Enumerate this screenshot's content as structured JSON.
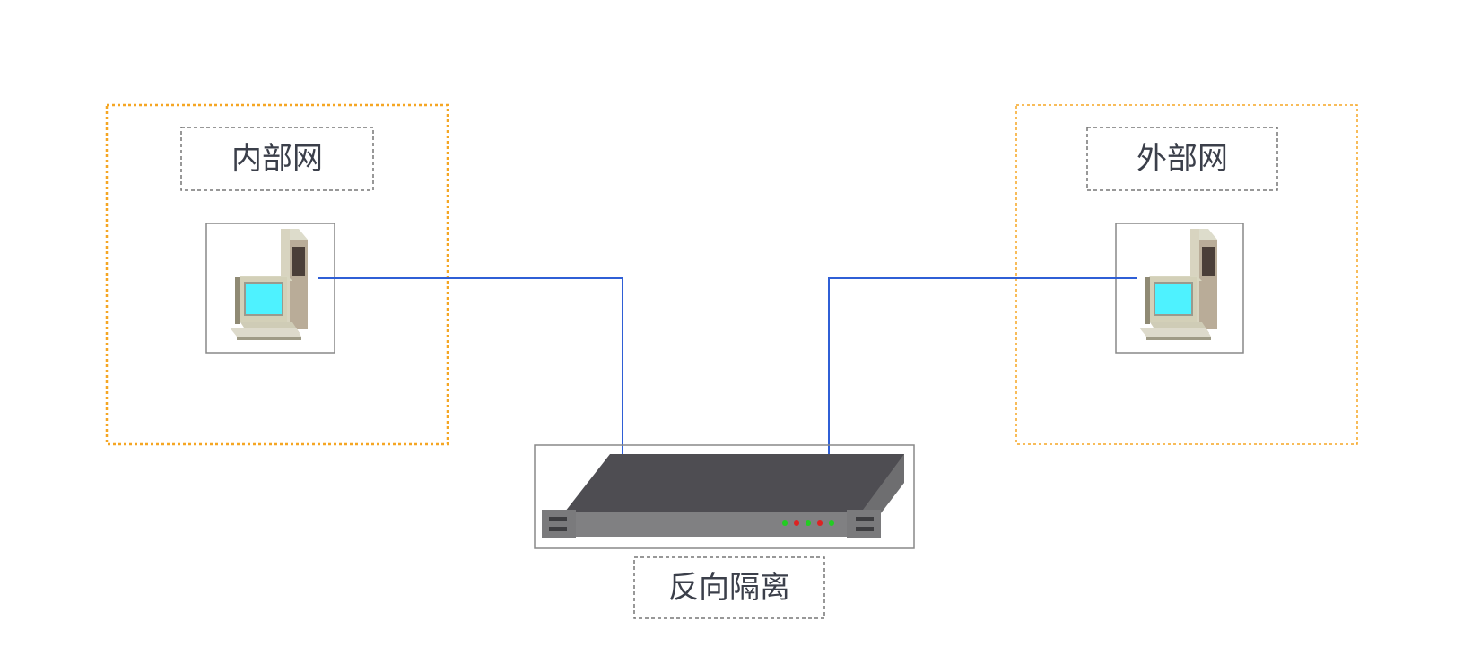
{
  "diagram": {
    "internal_zone": {
      "label": "内部网"
    },
    "external_zone": {
      "label": "外部网"
    },
    "device": {
      "label": "反向隔离"
    },
    "colors": {
      "zone_border": "#f5a623",
      "label_border": "#777777",
      "node_border": "#888888",
      "link_line": "#2f5fd6",
      "device_top": "#4e4d52",
      "device_side": "#6e6e70",
      "device_front": "#808082",
      "led_green": "#22cc22",
      "led_red": "#dd2222",
      "screen": "#4ef2ff"
    },
    "icons": {
      "internal_node": "desktop-computer-icon",
      "external_node": "desktop-computer-icon",
      "device": "rack-appliance-icon"
    }
  }
}
